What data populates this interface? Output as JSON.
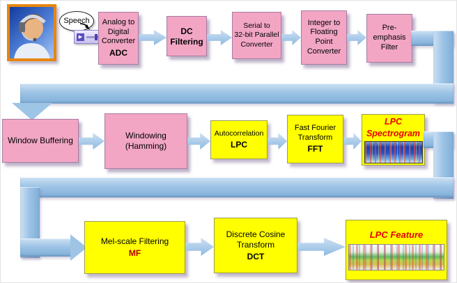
{
  "figure": {
    "speech_label": "Speech",
    "play_icon": "▶"
  },
  "nodes": {
    "adc": {
      "text": "Analog to\nDigital\nConverter",
      "bold": "ADC"
    },
    "dc_filtering": {
      "bold": "DC\nFiltering"
    },
    "serial_parallel": {
      "text": "Serial to\n32-bit Parallel\nConverter"
    },
    "int_to_float": {
      "text": "Integer to\nFloating\nPoint\nConverter"
    },
    "pre_emphasis": {
      "text": "Pre-\nemphasis\nFilter"
    },
    "window_buffering": {
      "text": "Window Buffering"
    },
    "windowing": {
      "text": "Windowing\n(Hamming)"
    },
    "autocorrelation": {
      "text": "Autocorrelation",
      "bold": "LPC"
    },
    "fft": {
      "text": "Fast Fourier\nTransform",
      "bold": "FFT"
    },
    "lpc_spectrogram": {
      "red": "LPC\nSpectrogram"
    },
    "mel_filtering": {
      "text": "Mel-scale Filtering",
      "bold": "MF"
    },
    "dct": {
      "text": "Discrete Cosine\nTransform",
      "bold": "DCT"
    },
    "lpc_feature": {
      "red": "LPC Feature"
    }
  },
  "colors": {
    "node_pink": "#f2a6c4",
    "node_yellow": "#ffff00",
    "flow_blue": "#9ec4e6",
    "highlight_red": "#e80000",
    "photo_border_orange": "#e8860f"
  }
}
